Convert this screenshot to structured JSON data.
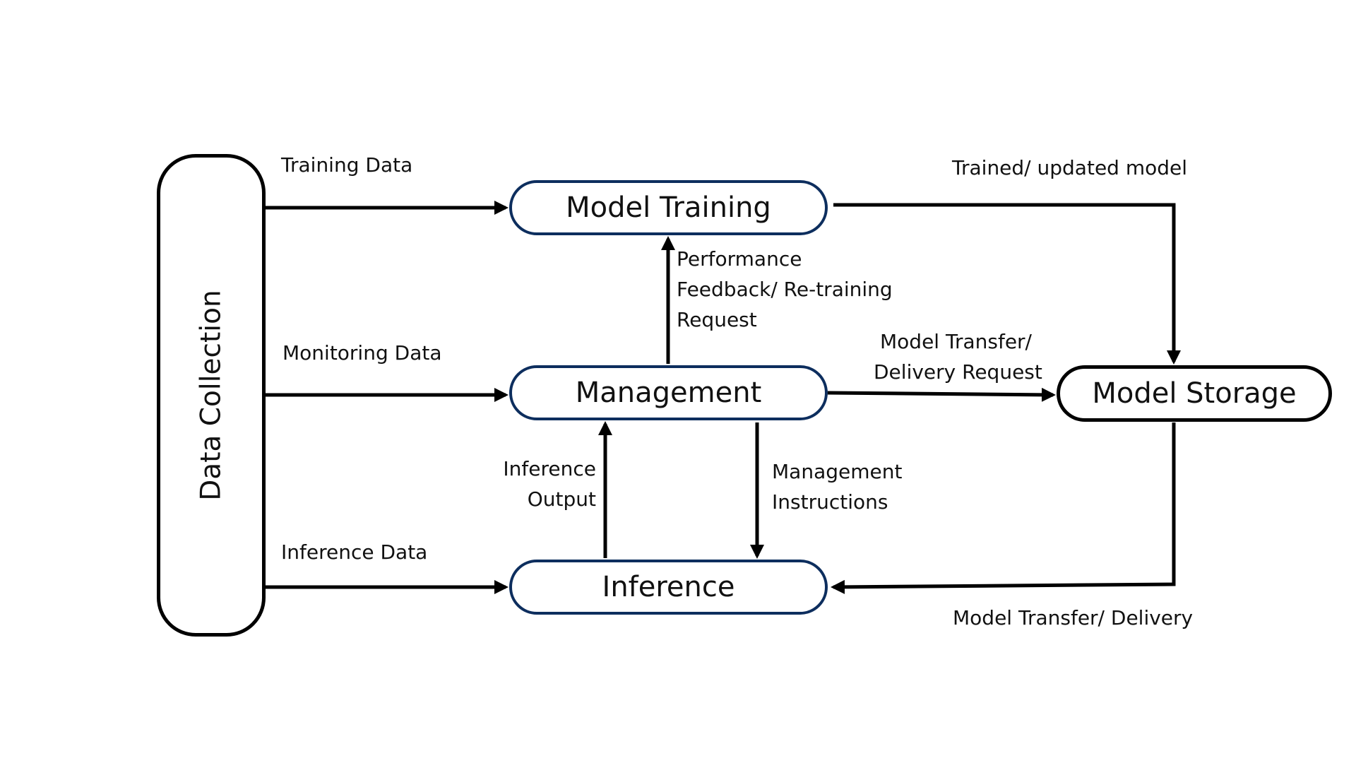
{
  "nodes": {
    "data_collection": "Data Collection",
    "model_training": "Model Training",
    "management": "Management",
    "inference": "Inference",
    "model_storage": "Model Storage"
  },
  "edges": {
    "training_data": "Training Data",
    "monitoring_data": "Monitoring Data",
    "inference_data": "Inference Data",
    "trained_model": "Trained/ updated model",
    "performance_feedback": [
      "Performance",
      "Feedback/ Re-training",
      "Request"
    ],
    "transfer_request": [
      "Model Transfer/",
      "Delivery Request"
    ],
    "inference_output": [
      "Inference",
      "Output"
    ],
    "management_instructions": [
      "Management",
      "Instructions"
    ],
    "model_transfer_delivery": "Model Transfer/ Delivery"
  },
  "colors": {
    "node_border_blue": "#0d2e5e",
    "node_border_black": "#000000",
    "arrow": "#000000"
  }
}
